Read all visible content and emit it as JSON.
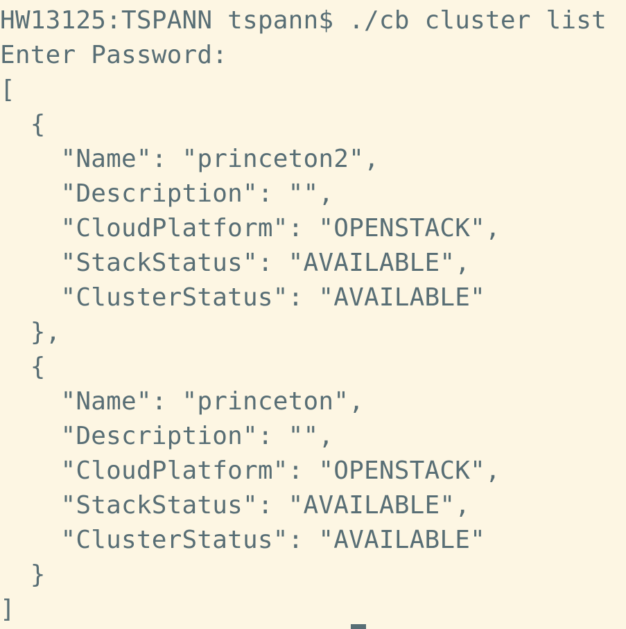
{
  "terminal": {
    "prompt_line": "HW13125:TSPANN tspann$ ./cb cluster list",
    "password_prompt": "Enter Password:",
    "output": [
      "[",
      "  {",
      "    \"Name\": \"princeton2\",",
      "    \"Description\": \"\",",
      "    \"CloudPlatform\": \"OPENSTACK\",",
      "    \"StackStatus\": \"AVAILABLE\",",
      "    \"ClusterStatus\": \"AVAILABLE\"",
      "  },",
      "  {",
      "    \"Name\": \"princeton\",",
      "    \"Description\": \"\",",
      "    \"CloudPlatform\": \"OPENSTACK\",",
      "    \"StackStatus\": \"AVAILABLE\",",
      "    \"ClusterStatus\": \"AVAILABLE\"",
      "  }",
      "]"
    ],
    "colors": {
      "background": "#fdf6e3",
      "text": "#586e75"
    }
  }
}
